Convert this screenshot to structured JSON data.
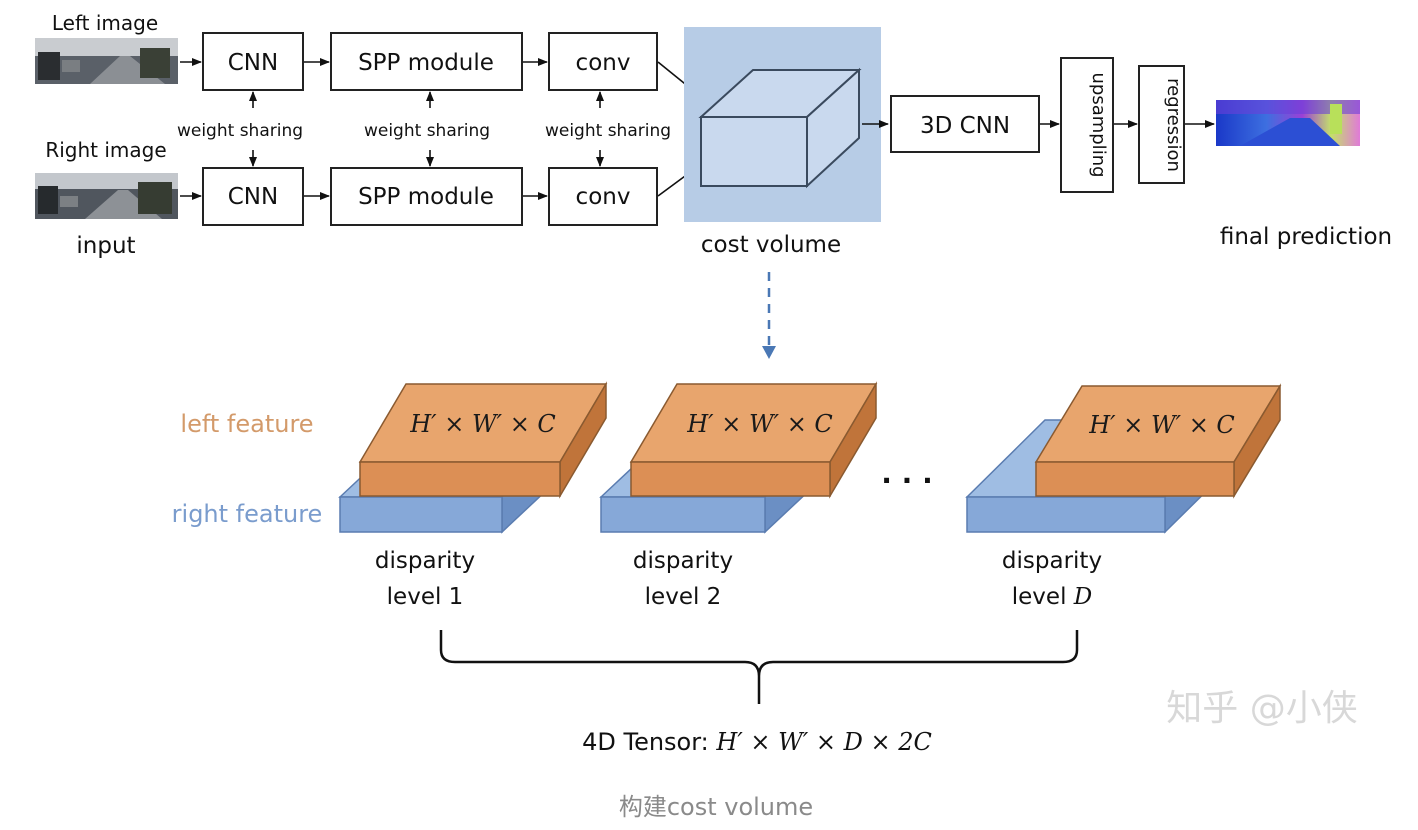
{
  "pipeline": {
    "left_image_label": "Left image",
    "right_image_label": "Right image",
    "input_label": "input",
    "cnn_label": "CNN",
    "spp_label": "SPP module",
    "conv_label": "conv",
    "weight_sharing_label": "weight sharing",
    "cost_volume_label": "cost volume",
    "cnn3d_label": "3D CNN",
    "upsampling_label": "upsampling",
    "regression_label": "regression",
    "final_prediction_label": "final prediction"
  },
  "construction": {
    "left_feature_label": "left feature",
    "right_feature_label": "right feature",
    "slab_formula": "H′ × W′ × C",
    "disparity_word": "disparity",
    "level_1": "level 1",
    "level_2": "level 2",
    "level_d_prefix": "level ",
    "level_d_var": "D",
    "ellipsis": "· · ·",
    "tensor_label": "4D Tensor: ",
    "tensor_formula": "H′ × W′ × D × 2C"
  },
  "watermark": "知乎 @小侠",
  "caption": "构建cost volume",
  "colors": {
    "orange_top": "#e8a56d",
    "orange_front": "#dc8f55",
    "orange_side": "#c0743a",
    "blue_top": "#9fbde3",
    "blue_front": "#86a8d8",
    "blue_side": "#6b8fc4",
    "cost_volume_bg": "#b7cce6",
    "left_feature_text": "#d39a6a",
    "right_feature_text": "#7a9ccd",
    "arrow_blue": "#4a78b5"
  }
}
